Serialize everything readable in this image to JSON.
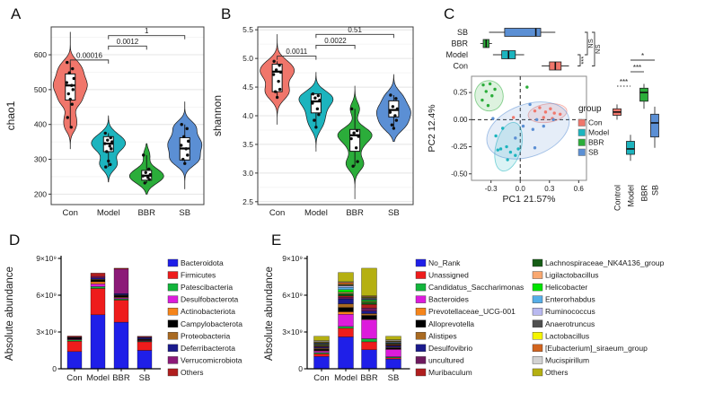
{
  "figure": {
    "panels": [
      {
        "letter": "A"
      },
      {
        "letter": "B"
      },
      {
        "letter": "C"
      },
      {
        "letter": "D"
      },
      {
        "letter": "E"
      }
    ]
  },
  "palette": {
    "Con": "#F0766B",
    "Model": "#1CB4BE",
    "BBR": "#2BAD3A",
    "SB": "#5B8FD4"
  },
  "chart_data": [
    {
      "id": "A",
      "type": "violin",
      "ylabel": "chao1",
      "categories": [
        "Con",
        "Model",
        "BBR",
        "SB"
      ],
      "ylim": [
        170,
        680
      ],
      "yticks": [
        {
          "v": 200,
          "l": "200"
        },
        {
          "v": 300,
          "l": "300"
        },
        {
          "v": 400,
          "l": "400"
        },
        {
          "v": 500,
          "l": "500"
        },
        {
          "v": 600,
          "l": "600"
        }
      ],
      "yminor": [
        250,
        350,
        450,
        550,
        650
      ],
      "groups": [
        {
          "name": "Con",
          "violin": [
            330,
            665
          ],
          "box": [
            470,
            545
          ],
          "median": 512,
          "points": [
            578,
            560,
            548,
            532,
            520,
            512,
            500,
            488,
            472,
            458,
            420,
            392
          ]
        },
        {
          "name": "Model",
          "violin": [
            235,
            425
          ],
          "box": [
            322,
            365
          ],
          "median": 345,
          "points": [
            375,
            362,
            355,
            350,
            345,
            338,
            330,
            322,
            295,
            285,
            278
          ]
        },
        {
          "name": "BBR",
          "violin": [
            200,
            345
          ],
          "box": [
            240,
            268
          ],
          "median": 253,
          "points": [
            312,
            272,
            262,
            256,
            252,
            248,
            242,
            232
          ]
        },
        {
          "name": "SB",
          "violin": [
            215,
            465
          ],
          "box": [
            298,
            362
          ],
          "median": 331,
          "points": [
            400,
            388,
            365,
            352,
            340,
            330,
            312,
            300,
            288
          ]
        }
      ],
      "brackets": [
        {
          "from": 0,
          "to": 1,
          "label": "0.00016",
          "y": 585
        },
        {
          "from": 1,
          "to": 2,
          "label": "0.0012",
          "y": 625
        },
        {
          "from": 1,
          "to": 3,
          "label": "1",
          "y": 655
        }
      ]
    },
    {
      "id": "B",
      "type": "violin",
      "ylabel": "shannon",
      "categories": [
        "Con",
        "Model",
        "BBR",
        "SB"
      ],
      "ylim": [
        2.45,
        5.55
      ],
      "yticks": [
        {
          "v": 2.5,
          "l": "2.5"
        },
        {
          "v": 3.0,
          "l": "3.0"
        },
        {
          "v": 3.5,
          "l": "3.5"
        },
        {
          "v": 4.0,
          "l": "4.0"
        },
        {
          "v": 4.5,
          "l": "4.5"
        },
        {
          "v": 5.0,
          "l": "5.0"
        },
        {
          "v": 5.5,
          "l": "5.5"
        }
      ],
      "yminor": [
        2.75,
        3.25,
        3.75,
        4.25,
        4.75,
        5.25
      ],
      "groups": [
        {
          "name": "Con",
          "violin": [
            3.85,
            5.42
          ],
          "box": [
            4.42,
            4.9
          ],
          "median": 4.77,
          "points": [
            4.95,
            4.88,
            4.8,
            4.76,
            4.72,
            4.6,
            4.46,
            4.42,
            4.32
          ]
        },
        {
          "name": "Model",
          "violin": [
            3.38,
            4.76
          ],
          "box": [
            4.05,
            4.38
          ],
          "median": 4.25,
          "points": [
            4.38,
            4.35,
            4.31,
            4.27,
            4.22,
            4.12,
            4.02,
            3.92,
            3.8
          ]
        },
        {
          "name": "BBR",
          "violin": [
            2.55,
            4.52
          ],
          "box": [
            3.38,
            3.76
          ],
          "median": 3.66,
          "points": [
            4.12,
            3.74,
            3.7,
            3.64,
            3.6,
            3.44,
            3.2,
            3.12
          ]
        },
        {
          "name": "SB",
          "violin": [
            3.55,
            4.72
          ],
          "box": [
            3.98,
            4.26
          ],
          "median": 4.1,
          "points": [
            4.36,
            4.3,
            4.16,
            4.12,
            4.06,
            4.0,
            3.92,
            3.84,
            3.78
          ]
        }
      ],
      "brackets": [
        {
          "from": 0,
          "to": 1,
          "label": "0.0011",
          "y": 5.04
        },
        {
          "from": 1,
          "to": 2,
          "label": "0.0022",
          "y": 5.23
        },
        {
          "from": 1,
          "to": 3,
          "label": "0.51",
          "y": 5.42
        }
      ]
    },
    {
      "id": "C",
      "type": "scatter",
      "xlabel": "PC1 21.57%",
      "ylabel": "PC2 12.4%",
      "xlim": [
        -0.5,
        0.68
      ],
      "ylim": [
        -0.56,
        0.4
      ],
      "xticks": [
        {
          "v": -0.3,
          "l": "-0.3"
        },
        {
          "v": 0,
          "l": "0.0"
        },
        {
          "v": 0.3,
          "l": "0.3"
        },
        {
          "v": 0.6,
          "l": "0.6"
        }
      ],
      "yticks": [
        {
          "v": -0.5,
          "l": "-0.50"
        },
        {
          "v": -0.25,
          "l": "-0.25"
        },
        {
          "v": 0,
          "l": "0.00"
        },
        {
          "v": 0.25,
          "l": "0.25"
        }
      ],
      "legend": {
        "title": "group",
        "items": [
          "Con",
          "Model",
          "BBR",
          "SB"
        ]
      },
      "groups": [
        {
          "name": "Con",
          "ellipse": {
            "cx": 0.28,
            "cy": 0.06,
            "rx": 0.2,
            "ry": 0.085,
            "angle": -8
          },
          "points": [
            [
              0.15,
              0.08
            ],
            [
              0.2,
              0.11
            ],
            [
              0.26,
              0.07
            ],
            [
              0.31,
              0.1
            ],
            [
              0.35,
              0.06
            ],
            [
              0.41,
              0.05
            ],
            [
              0.24,
              0.02
            ],
            [
              0.33,
              0.01
            ],
            [
              -0.07,
              0.02
            ]
          ]
        },
        {
          "name": "Model",
          "ellipse": {
            "cx": -0.12,
            "cy": -0.25,
            "rx": 0.13,
            "ry": 0.23,
            "angle": 15
          },
          "points": [
            [
              -0.25,
              -0.15
            ],
            [
              -0.18,
              -0.08
            ],
            [
              -0.2,
              -0.27
            ],
            [
              -0.14,
              -0.25
            ],
            [
              -0.1,
              -0.3
            ],
            [
              -0.05,
              -0.33
            ],
            [
              -0.13,
              -0.37
            ],
            [
              -0.02,
              -0.27
            ],
            [
              -0.23,
              -0.28
            ]
          ]
        },
        {
          "name": "BBR",
          "ellipse": {
            "cx": -0.32,
            "cy": 0.22,
            "rx": 0.145,
            "ry": 0.14,
            "angle": -10
          },
          "points": [
            [
              -0.38,
              0.32
            ],
            [
              -0.31,
              0.33
            ],
            [
              -0.35,
              0.26
            ],
            [
              -0.29,
              0.22
            ],
            [
              -0.39,
              0.18
            ],
            [
              -0.33,
              0.13
            ],
            [
              -0.26,
              0.28
            ],
            [
              0.07,
              0.3
            ]
          ]
        },
        {
          "name": "SB",
          "ellipse": {
            "cx": 0.08,
            "cy": -0.1,
            "rx": 0.44,
            "ry": 0.24,
            "angle": -20
          },
          "points": [
            [
              -0.28,
              0.01
            ],
            [
              -0.05,
              -0.17
            ],
            [
              0.03,
              -0.06
            ],
            [
              0.1,
              0.14
            ],
            [
              0.13,
              -0.09
            ],
            [
              0.17,
              0.0
            ],
            [
              0.24,
              -0.06
            ],
            [
              0.15,
              -0.26
            ],
            [
              0.34,
              0.0
            ]
          ]
        }
      ],
      "top_box": [
        {
          "name": "SB",
          "key": "SB",
          "whisk": [
            -0.32,
            0.36
          ],
          "box": [
            -0.16,
            0.21
          ],
          "median": 0.16
        },
        {
          "name": "BBR",
          "key": "BBR",
          "whisk": [
            -0.41,
            -0.29
          ],
          "box": [
            -0.38,
            -0.32
          ],
          "median": -0.35
        },
        {
          "name": "Model",
          "key": "Model",
          "whisk": [
            -0.28,
            0.04
          ],
          "box": [
            -0.19,
            -0.05
          ],
          "median": -0.12
        },
        {
          "name": "Con",
          "key": "Con",
          "whisk": [
            0.22,
            0.5
          ],
          "box": [
            0.3,
            0.42
          ],
          "median": 0.36
        }
      ],
      "right_box": [
        {
          "name": "Control",
          "key": "Con",
          "whisk": [
            0.0,
            0.14
          ],
          "box": [
            0.04,
            0.1
          ],
          "median": 0.07
        },
        {
          "name": "Model",
          "key": "Model",
          "whisk": [
            -0.38,
            -0.14
          ],
          "box": [
            -0.32,
            -0.2
          ],
          "median": -0.27
        },
        {
          "name": "BBR",
          "key": "BBR",
          "whisk": [
            0.1,
            0.33
          ],
          "box": [
            0.17,
            0.29
          ],
          "median": 0.25
        },
        {
          "name": "SB",
          "key": "SB",
          "whisk": [
            -0.26,
            0.12
          ],
          "box": [
            -0.16,
            0.05
          ],
          "median": -0.03
        }
      ],
      "top_sig": [
        {
          "a": 3,
          "b": 2,
          "label": "***"
        },
        {
          "a": 2,
          "b": 0,
          "label": "NS"
        },
        {
          "a": 3,
          "b": 0,
          "label": "NS"
        }
      ],
      "right_sig": [
        {
          "a": 0,
          "b": 1,
          "label": "***",
          "dotted": true
        },
        {
          "a": 1,
          "b": 2,
          "label": "***",
          "dotted": false
        },
        {
          "a": 1,
          "b": 3,
          "label": "*",
          "dotted": false
        }
      ]
    },
    {
      "id": "D",
      "type": "bar",
      "stacked": true,
      "ylabel": "Absolute abundance",
      "categories": [
        "Con",
        "Model",
        "BBR",
        "SB"
      ],
      "unit": 1000000000,
      "yticks": [
        {
          "v": 0,
          "l": "0"
        },
        {
          "v": 3,
          "l": "3×10⁹"
        },
        {
          "v": 6,
          "l": "6×10⁹"
        },
        {
          "v": 9,
          "l": "9×10⁹"
        }
      ],
      "series": [
        {
          "name": "Bacteroidota",
          "color": "#1F1FE8",
          "values": [
            1.4,
            4.4,
            3.8,
            1.5
          ]
        },
        {
          "name": "Firmicutes",
          "color": "#EE1C1C",
          "values": [
            0.85,
            2.15,
            1.8,
            0.7
          ]
        },
        {
          "name": "Patescibacteria",
          "color": "#12B53B",
          "values": [
            0.1,
            0.15,
            0.1,
            0.05
          ]
        },
        {
          "name": "Desulfobacterota",
          "color": "#DC1CDC",
          "values": [
            0.05,
            0.22,
            0.08,
            0.05
          ]
        },
        {
          "name": "Actinobacteriota",
          "color": "#F5841A",
          "values": [
            0.03,
            0.18,
            0.05,
            0.03
          ]
        },
        {
          "name": "Campylobacterota",
          "color": "#000000",
          "values": [
            0.06,
            0.15,
            0.15,
            0.06
          ]
        },
        {
          "name": "Proteobacteria",
          "color": "#A96A21",
          "values": [
            0.03,
            0.06,
            0.05,
            0.04
          ]
        },
        {
          "name": "Deferribacterota",
          "color": "#1A1A8C",
          "values": [
            0.04,
            0.1,
            0.1,
            0.12
          ]
        },
        {
          "name": "Verrucomicrobiota",
          "color": "#8C1A78",
          "values": [
            0.03,
            0.12,
            2.0,
            0.04
          ]
        },
        {
          "name": "Others",
          "color": "#B01E1E",
          "values": [
            0.08,
            0.27,
            0.07,
            0.06
          ]
        }
      ]
    },
    {
      "id": "E",
      "type": "bar",
      "stacked": true,
      "ylabel": "Absolute abundance",
      "categories": [
        "Con",
        "Model",
        "BBR",
        "SB"
      ],
      "unit": 1000000000,
      "yticks": [
        {
          "v": 0,
          "l": "0"
        },
        {
          "v": 3,
          "l": "3×10⁹"
        },
        {
          "v": 6,
          "l": "6×10⁹"
        },
        {
          "v": 9,
          "l": "9×10⁹"
        }
      ],
      "legend_columns": 2,
      "series": [
        {
          "name": "No_Rank",
          "color": "#1F1FE8",
          "values": [
            1.0,
            2.6,
            1.55,
            0.8
          ]
        },
        {
          "name": "Unassigned",
          "color": "#EE1C1C",
          "values": [
            0.22,
            0.7,
            0.65,
            0.1
          ]
        },
        {
          "name": "Candidatus_Saccharimonas",
          "color": "#12B53B",
          "values": [
            0.1,
            0.15,
            0.25,
            0.08
          ]
        },
        {
          "name": "Bacteroides",
          "color": "#DC1CDC",
          "values": [
            0.12,
            1.0,
            1.55,
            0.6
          ]
        },
        {
          "name": "Prevotellaceae_UCG-001",
          "color": "#F5841A",
          "values": [
            0.05,
            0.2,
            0.05,
            0.03
          ]
        },
        {
          "name": "Alloprevotella",
          "color": "#000000",
          "values": [
            0.1,
            0.35,
            0.3,
            0.08
          ]
        },
        {
          "name": "Alistipes",
          "color": "#A96A21",
          "values": [
            0.08,
            0.3,
            0.15,
            0.06
          ]
        },
        {
          "name": "Desulfovibrio",
          "color": "#1A1A8C",
          "values": [
            0.08,
            0.4,
            0.2,
            0.1
          ]
        },
        {
          "name": "uncultured",
          "color": "#6E1A5E",
          "values": [
            0.05,
            0.15,
            0.25,
            0.05
          ]
        },
        {
          "name": "Muribaculum",
          "color": "#B01E1E",
          "values": [
            0.05,
            0.1,
            0.3,
            0.05
          ]
        },
        {
          "name": "Lachnospiraceae_NK4A136_group",
          "color": "#155D15",
          "values": [
            0.08,
            0.2,
            0.2,
            0.06
          ]
        },
        {
          "name": "Ligilactobacillus",
          "color": "#F9A870",
          "values": [
            0.05,
            0.1,
            0.05,
            0.04
          ]
        },
        {
          "name": "Helicobacter",
          "color": "#00E500",
          "values": [
            0.03,
            0.2,
            0.1,
            0.03
          ]
        },
        {
          "name": "Enterorhabdus",
          "color": "#56AEE8",
          "values": [
            0.04,
            0.2,
            0.05,
            0.04
          ]
        },
        {
          "name": "Ruminococcus",
          "color": "#B9B9F0",
          "values": [
            0.04,
            0.1,
            0.05,
            0.05
          ]
        },
        {
          "name": "Anaerotruncus",
          "color": "#4F4F4F",
          "values": [
            0.04,
            0.1,
            0.1,
            0.04
          ]
        },
        {
          "name": "Lactobacillus",
          "color": "#F5F500",
          "values": [
            0.05,
            0.05,
            0.05,
            0.04
          ]
        },
        {
          "name": "[Eubacterium]_siraeum_group",
          "color": "#D2641E",
          "values": [
            0.04,
            0.15,
            0.05,
            0.04
          ]
        },
        {
          "name": "Mucispirillum",
          "color": "#D2D2D2",
          "values": [
            0.08,
            0.05,
            0.05,
            0.08
          ]
        },
        {
          "name": "Others",
          "color": "#B5B011",
          "values": [
            0.35,
            0.75,
            2.25,
            0.28
          ]
        }
      ]
    }
  ]
}
